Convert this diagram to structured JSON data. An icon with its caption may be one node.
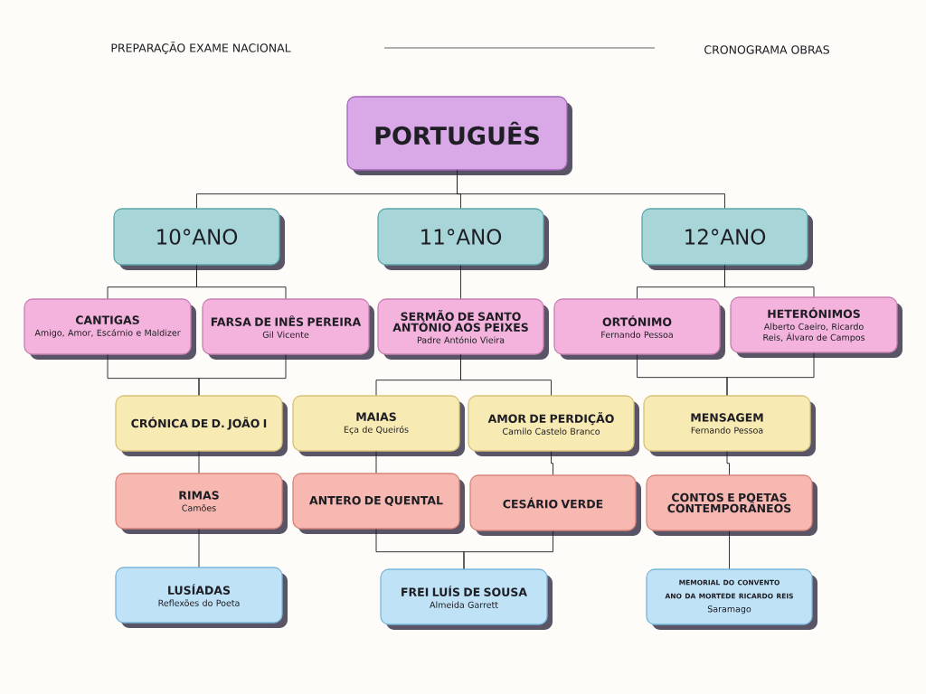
{
  "diagram": {
    "nodes": [
      {
        "text": [
          "PORTUGUÊS"
        ]
      },
      {
        "text": [
          "10°ANO"
        ]
      },
      {
        "text": [
          "11°ANO"
        ]
      },
      {
        "text": [
          "12°ANO"
        ]
      },
      {
        "text": [
          "CANTIGAS",
          "Amigo, Amor, Escárnio e Maldizer"
        ]
      },
      {
        "text": [
          "FARSA DE INÊS PEREIRA",
          "Gil Vicente"
        ]
      },
      {
        "text": [
          "SERMÃO DE SANTO ANTÓNIO AOS PEIXES",
          "Padre António Vieira"
        ]
      },
      {
        "text": [
          "ORTÓNIMO",
          "Fernando Pessoa"
        ]
      },
      {
        "text": [
          "HETERÓNIMOS",
          "Alberto Caeiro, Ricardo Reis, Álvaro de Campos"
        ]
      },
      {
        "text": [
          "CRÓNICA DE D. JOÃO I"
        ]
      },
      {
        "text": [
          "MAIAS",
          "Eça de Queirós"
        ]
      },
      {
        "text": [
          "AMOR DE PERDIÇÃO",
          "Camilo Castelo Branco"
        ]
      },
      {
        "text": [
          "MENSAGEM",
          "Fernando Pessoa"
        ]
      },
      {
        "text": [
          "RIMAS",
          "Camões"
        ]
      },
      {
        "text": [
          "ANTERO DE QUENTAL"
        ]
      },
      {
        "text": [
          "CESÁRIO VERDE"
        ]
      },
      {
        "text": [
          "CONTOS E POETAS CONTEMPORÂNEOS"
        ]
      },
      {
        "text": [
          "LUSÍADAS",
          "Reflexões do Poeta"
        ]
      },
      {
        "text": [
          "FREI LUÍS DE SOUSA",
          "Almeida Garrett"
        ]
      },
      {
        "text": [
          "MEMORIAL DO CONVENTO",
          "ANO DA MORTEDE RICARDO REIS",
          "Saramago"
        ]
      }
    ],
    "edges": [
      {
        "from": 0,
        "to": 1,
        "arrow": "none"
      },
      {
        "from": 0,
        "to": 2,
        "arrow": "none"
      },
      {
        "from": 0,
        "to": 3,
        "arrow": "none"
      },
      {
        "from": 1,
        "to": 4,
        "arrow": "none"
      },
      {
        "from": 1,
        "to": 5,
        "arrow": "none"
      },
      {
        "from": 2,
        "to": 6,
        "arrow": "none"
      },
      {
        "from": 3,
        "to": 7,
        "arrow": "none"
      },
      {
        "from": 3,
        "to": 8,
        "arrow": "none"
      },
      {
        "from": 4,
        "to": 9,
        "arrow": "none"
      },
      {
        "from": 5,
        "to": 9,
        "arrow": "none"
      },
      {
        "from": 6,
        "to": 10,
        "arrow": "none"
      },
      {
        "from": 6,
        "to": 11,
        "arrow": "none"
      },
      {
        "from": 7,
        "to": 12,
        "arrow": "none"
      },
      {
        "from": 8,
        "to": 12,
        "arrow": "none"
      },
      {
        "from": 9,
        "to": 13,
        "arrow": "none"
      },
      {
        "from": 13,
        "to": 17,
        "arrow": "none"
      },
      {
        "from": 10,
        "to": 14,
        "arrow": "none"
      },
      {
        "from": 11,
        "to": 15,
        "arrow": "none"
      },
      {
        "from": 14,
        "to": 18,
        "arrow": "none"
      },
      {
        "from": 15,
        "to": 18,
        "arrow": "none"
      },
      {
        "from": 12,
        "to": 16,
        "arrow": "none"
      },
      {
        "from": 16,
        "to": 19,
        "arrow": "none"
      }
    ],
    "labels": [
      "PREPARAÇÃO EXAME NACIONAL",
      "CRONOGRAMA OBRAS"
    ]
  }
}
